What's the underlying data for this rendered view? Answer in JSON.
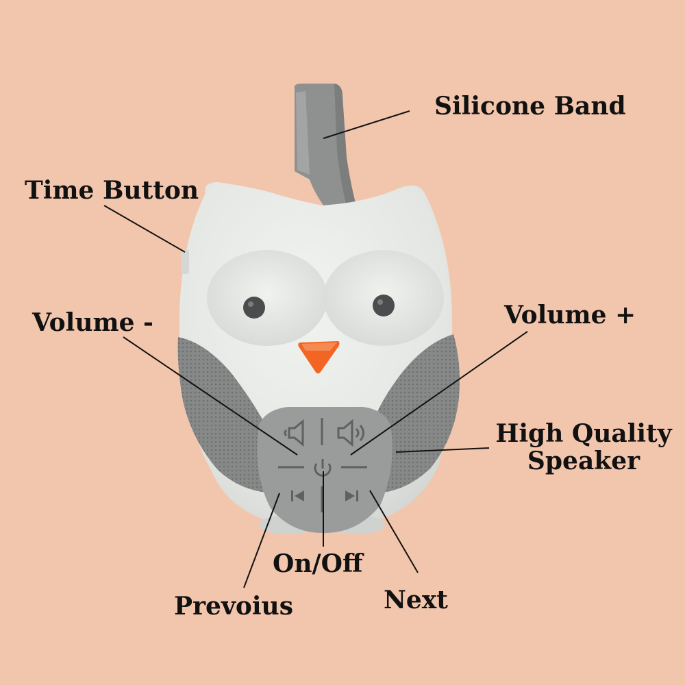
{
  "labels": {
    "silicone_band": "Silicone Band",
    "time_button": "Time Button",
    "volume_down": "Volume -",
    "volume_up": "Volume +",
    "speaker_line1": "High Quality",
    "speaker_line2": "Speaker",
    "on_off": "On/Off",
    "previous": "Prevoius",
    "next": "Next"
  },
  "colors": {
    "background": "#f2c6ad",
    "owl_body": "#e9ebe8",
    "band": "#8f9191",
    "wing_mesh": "#878888",
    "control_panel": "#9a9b9b",
    "beak": "#f26522",
    "eye": "#4a4c4e",
    "leader_line": "#111111"
  },
  "icons": [
    "volume-down-icon",
    "volume-up-icon",
    "power-icon",
    "previous-track-icon",
    "next-track-icon"
  ]
}
